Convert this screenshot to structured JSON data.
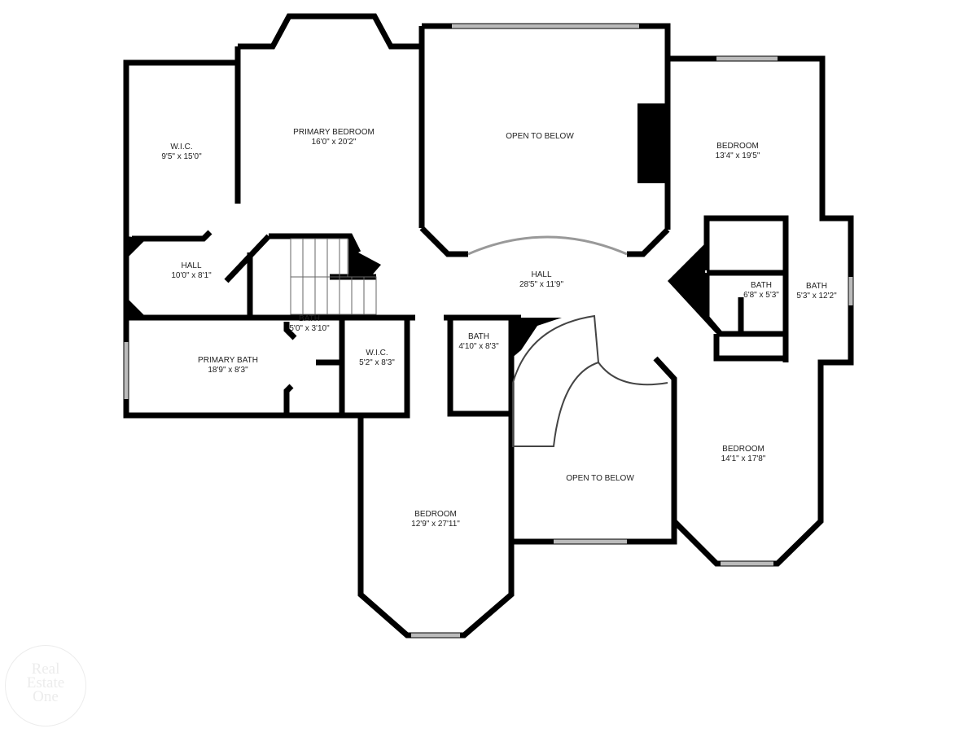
{
  "rooms": [
    {
      "name": "W.I.C.",
      "size": "9'5\" x 15'0\""
    },
    {
      "name": "PRIMARY BEDROOM",
      "size": "16'0\" x 20'2\""
    },
    {
      "name": "OPEN TO BELOW",
      "size": ""
    },
    {
      "name": "BEDROOM",
      "size": "13'4\" x 19'5\""
    },
    {
      "name": "HALL",
      "size": "10'0\" x 8'1\""
    },
    {
      "name": "HALL",
      "size": "28'5\" x 11'9\""
    },
    {
      "name": "BATH",
      "size": "6'8\" x 5'3\""
    },
    {
      "name": "BATH",
      "size": "5'3\" x 12'2\""
    },
    {
      "name": "BATH",
      "size": "5'0\" x 3'10\""
    },
    {
      "name": "PRIMARY BATH",
      "size": "18'9\" x 8'3\""
    },
    {
      "name": "W.I.C.",
      "size": "5'2\" x 8'3\""
    },
    {
      "name": "BATH",
      "size": "4'10\" x 8'3\""
    },
    {
      "name": "OPEN TO BELOW",
      "size": ""
    },
    {
      "name": "BEDROOM",
      "size": "14'1\" x 17'8\""
    },
    {
      "name": "BEDROOM",
      "size": "12'9\" x 27'11\""
    }
  ],
  "logo": {
    "line1": "Real",
    "line2": "Estate",
    "line3": "One"
  },
  "colors": {
    "wall": "#000000",
    "window": "#cfcfcf",
    "background": "#ffffff"
  }
}
